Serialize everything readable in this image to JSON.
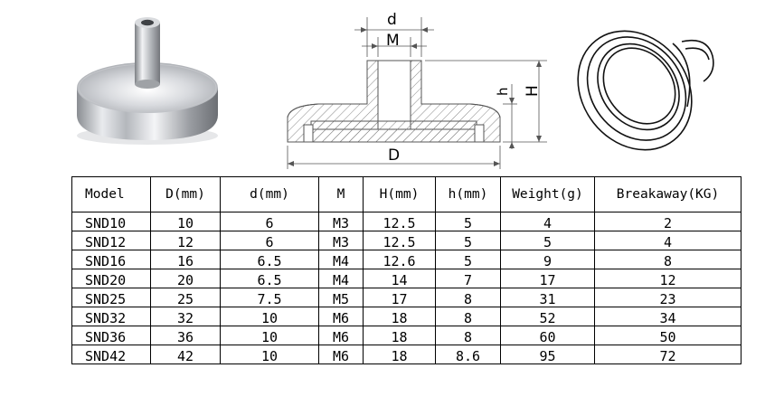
{
  "drawing": {
    "label_d": "d",
    "label_M": "M",
    "label_h": "h",
    "label_H": "H",
    "label_D": "D"
  },
  "table": {
    "headers": [
      "Model",
      "D(mm)",
      "d(mm)",
      "M",
      "H(mm)",
      "h(mm)",
      "Weight(g)",
      "Breakaway(KG)"
    ],
    "rows": [
      [
        "SND10",
        "10",
        "6",
        "M3",
        "12.5",
        "5",
        "4",
        "2"
      ],
      [
        "SND12",
        "12",
        "6",
        "M3",
        "12.5",
        "5",
        "5",
        "4"
      ],
      [
        "SND16",
        "16",
        "6.5",
        "M4",
        "12.6",
        "5",
        "9",
        "8"
      ],
      [
        "SND20",
        "20",
        "6.5",
        "M4",
        "14",
        "7",
        "17",
        "12"
      ],
      [
        "SND25",
        "25",
        "7.5",
        "M5",
        "17",
        "8",
        "31",
        "23"
      ],
      [
        "SND32",
        "32",
        "10",
        "M6",
        "18",
        "8",
        "52",
        "34"
      ],
      [
        "SND36",
        "36",
        "10",
        "M6",
        "18",
        "8",
        "60",
        "50"
      ],
      [
        "SND42",
        "42",
        "10",
        "M6",
        "18",
        "8.6",
        "95",
        "72"
      ]
    ]
  }
}
